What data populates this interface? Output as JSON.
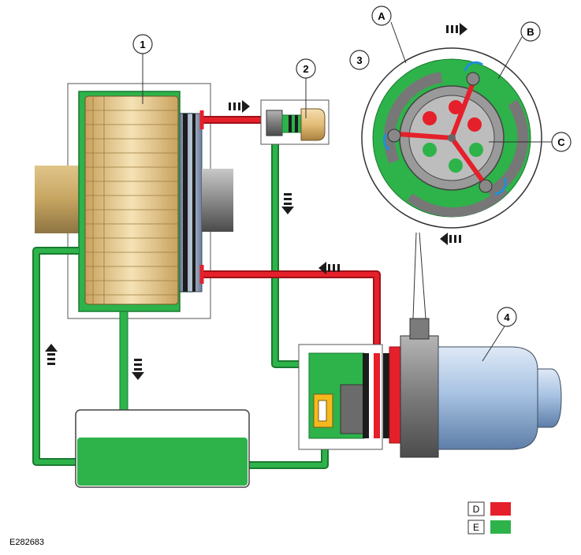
{
  "figure_code": "E282683",
  "callouts": {
    "c1": "1",
    "c2": "2",
    "c3": "3",
    "c4": "4",
    "cA": "A",
    "cB": "B",
    "cC": "C"
  },
  "legend": {
    "items": [
      {
        "label": "D",
        "color": "#e5202a"
      },
      {
        "label": "E",
        "color": "#2db34a"
      }
    ]
  },
  "colors": {
    "pressure_red": "#e5202a",
    "return_green": "#2db34a",
    "motor_blue": "#a8c3e3",
    "clutch_tan": "#e8c98a"
  }
}
